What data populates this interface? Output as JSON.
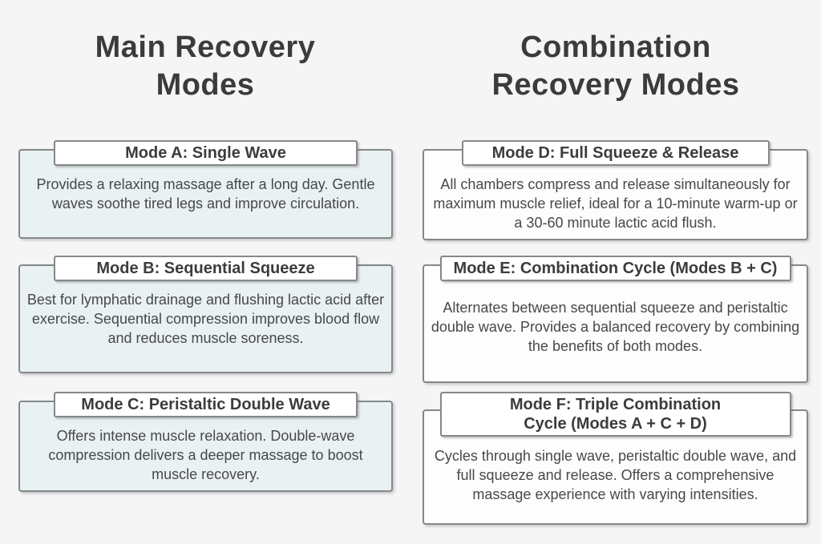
{
  "colors": {
    "page_background": "#f5f5f6",
    "card_blue_background": "#e9f1f3",
    "card_white_background": "#fdfdfe",
    "border_gray": "#85888a",
    "text_dark": "#3b3b3b"
  },
  "columns": [
    {
      "title": "Main Recovery\nModes",
      "cards": [
        {
          "title": "Mode A: Single Wave",
          "description": "Provides a relaxing massage after a long day. Gentle waves soothe tired legs and improve circulation."
        },
        {
          "title": "Mode B: Sequential Squeeze",
          "description": "Best for lymphatic drainage and flushing lactic acid after exercise. Sequential compression improves blood flow and reduces muscle soreness."
        },
        {
          "title": "Mode C: Peristaltic Double Wave",
          "description": "Offers intense muscle relaxation. Double-wave compression delivers a deeper massage to boost muscle recovery."
        }
      ]
    },
    {
      "title": "Combination\nRecovery Modes",
      "cards": [
        {
          "title": "Mode D: Full Squeeze & Release",
          "description": "All chambers compress and release simultaneously for maximum muscle relief, ideal for a 10-minute warm-up or a 30-60 minute lactic acid flush."
        },
        {
          "title": "Mode E: Combination Cycle (Modes B + C)",
          "description": "Alternates between sequential squeeze and peristaltic double wave. Provides a balanced recovery by combining the benefits of both modes."
        },
        {
          "title": "Mode F: Triple Combination\nCycle (Modes A + C + D)",
          "description": "Cycles through single wave, peristaltic double wave, and full squeeze and release. Offers a comprehensive massage experience with varying intensities."
        }
      ]
    }
  ]
}
